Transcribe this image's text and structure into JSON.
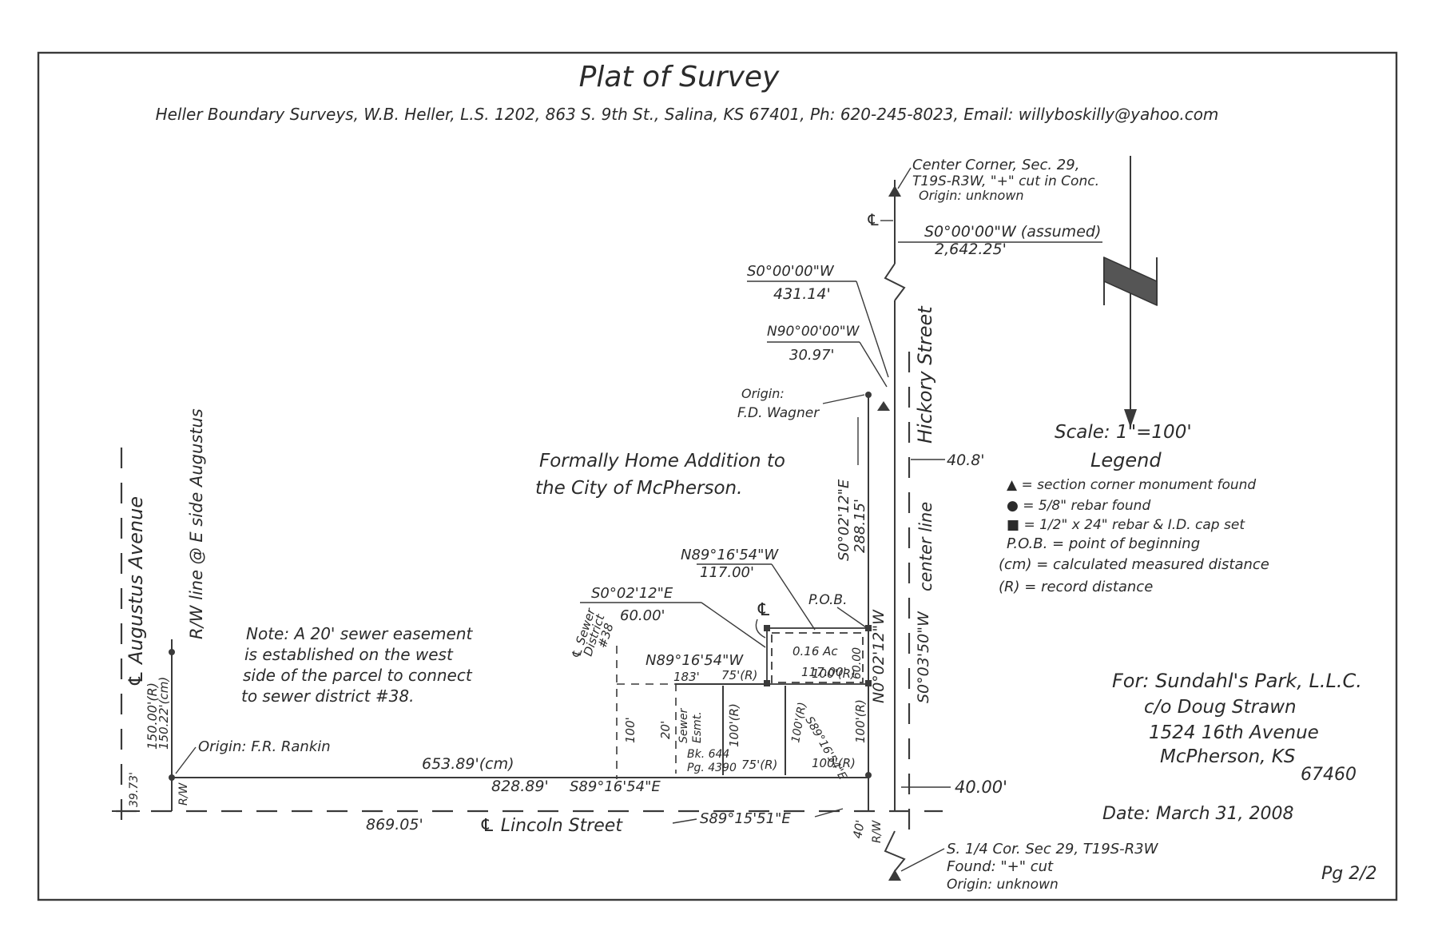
{
  "title": "Plat of Survey",
  "header": "Heller Boundary Surveys, W.B. Heller, L.S. 1202, 863 S. 9th St., Salina, KS 67401, Ph: 620-245-8023, Email: willyboskilly@yahoo.com",
  "center_corner": [
    "Center Corner, Sec. 29,",
    "T19S-R3W, \"+\" cut in Conc.",
    "Origin: unknown"
  ],
  "bearing_assumed": "S0°00'00\"W (assumed)",
  "dist_2642": "2,642.25'",
  "bearing_431": "S0°00'00\"W",
  "dist_431": "431.14'",
  "bearing_n90": "N90°00'00\"W",
  "dist_30": "30.97'",
  "origin_wagner": [
    "Origin:",
    "F.D. Wagner"
  ],
  "hickory": "Hickory Street",
  "centerline": "center line",
  "dist_40_8": "40.8'",
  "bearing_s0_288": "S0°02'12\"E",
  "dist_288": "288.15'",
  "bearing_s0_0350": "S0°03'50\"W",
  "formally": [
    "Formally Home Addition to",
    "the City of McPherson."
  ],
  "scale": "Scale: 1\"=100'",
  "legend": {
    "title": "Legend",
    "items": [
      "▲ = section corner monument found",
      "● = 5/8\" rebar found",
      "■ = 1/2\" x 24\" rebar & I.D. cap set",
      "P.O.B. = point of beginning",
      "(cm) = calculated measured distance",
      "(R) = record distance"
    ]
  },
  "augustus_avenue": "℄ Augustus Avenue",
  "rw_line": "R/W line @ E side Augustus",
  "note": [
    "Note: A 20' sewer easement",
    "is established on the west",
    "side of the parcel to connect",
    "to sewer district #38."
  ],
  "bearing_n89_top": "N89°16'54\"W",
  "dist_117_top": "117.00'",
  "bearing_s0_60": "S0°02'12\"E",
  "dist_60": "60.00'",
  "pl": "℄",
  "pob": "P.O.B.",
  "parcel_area": "0.16 Ac",
  "parcel_117": "117.00'",
  "parcel_60": "60.00",
  "bearing_n0": "N0°02'12\"W",
  "sewer_district": [
    "℄ Sewer",
    "District",
    "#38"
  ],
  "bearing_n89_mid": "N89°16'54\"W",
  "dist_183": "183'",
  "dist_75r_top": "75'(R)",
  "dist_100r_top": "100'(R)",
  "dist_100": "100'",
  "dist_20": "20'",
  "sewer_esmt": [
    "Sewer",
    "Esmt."
  ],
  "book": "Bk. 644",
  "page": "Pg. 4390",
  "dist_100r_a": "100'(R)",
  "dist_100r_b": "100'(R)",
  "dist_100r_c": "100'(R)",
  "bearing_s89_diag": "S89°16'54\"E",
  "dist_150": "150.00'(R)",
  "dist_150_22": "150.22'(cm)",
  "origin_rankin": "Origin: F.R. Rankin",
  "dist_653": "653.89'(cm)",
  "dist_828": "828.89'",
  "bearing_s89_main": "S89°16'54\"E",
  "dist_75r_bot": "75'(R)",
  "dist_100r_bot": "100'(R)",
  "dist_39": "39.73'",
  "rw_left": "R/W",
  "dist_869": "869.05'",
  "lincoln": "℄ Lincoln Street",
  "bearing_lincoln": "S89°15'51\"E",
  "dist_40": "40'",
  "rw_bottom": "R/W",
  "dist_40_00": "40.00'",
  "for_block": [
    "For: Sundahl's Park, L.L.C.",
    "c/o Doug Strawn",
    "1524 16th Avenue",
    "McPherson, KS",
    "67460"
  ],
  "date": "Date: March 31, 2008",
  "south_corner": [
    "S. 1/4 Cor. Sec 29, T19S-R3W",
    "Found: \"+\" cut",
    "Origin: unknown"
  ],
  "page_no": "Pg 2/2"
}
